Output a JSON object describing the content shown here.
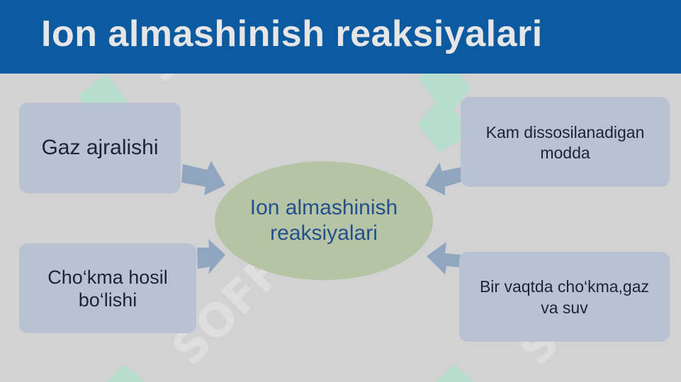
{
  "title": "Ion almashinish reaksiyalari",
  "center_label": "Ion almashinish reaksiyalari",
  "boxes": {
    "top_left": "Gaz ajralishi",
    "bottom_left": "Cho‘kma hosil bo‘lishi",
    "top_right": "Kam dissosilanadigan modda",
    "bottom_right": "Bir vaqtda cho‘kma,gaz va suv"
  },
  "watermark": "SOFF",
  "colors": {
    "header": "#0c5aa0",
    "box": "#b8c2d2",
    "center": "#b6c4a6",
    "arrow": "#8fa5c0"
  }
}
